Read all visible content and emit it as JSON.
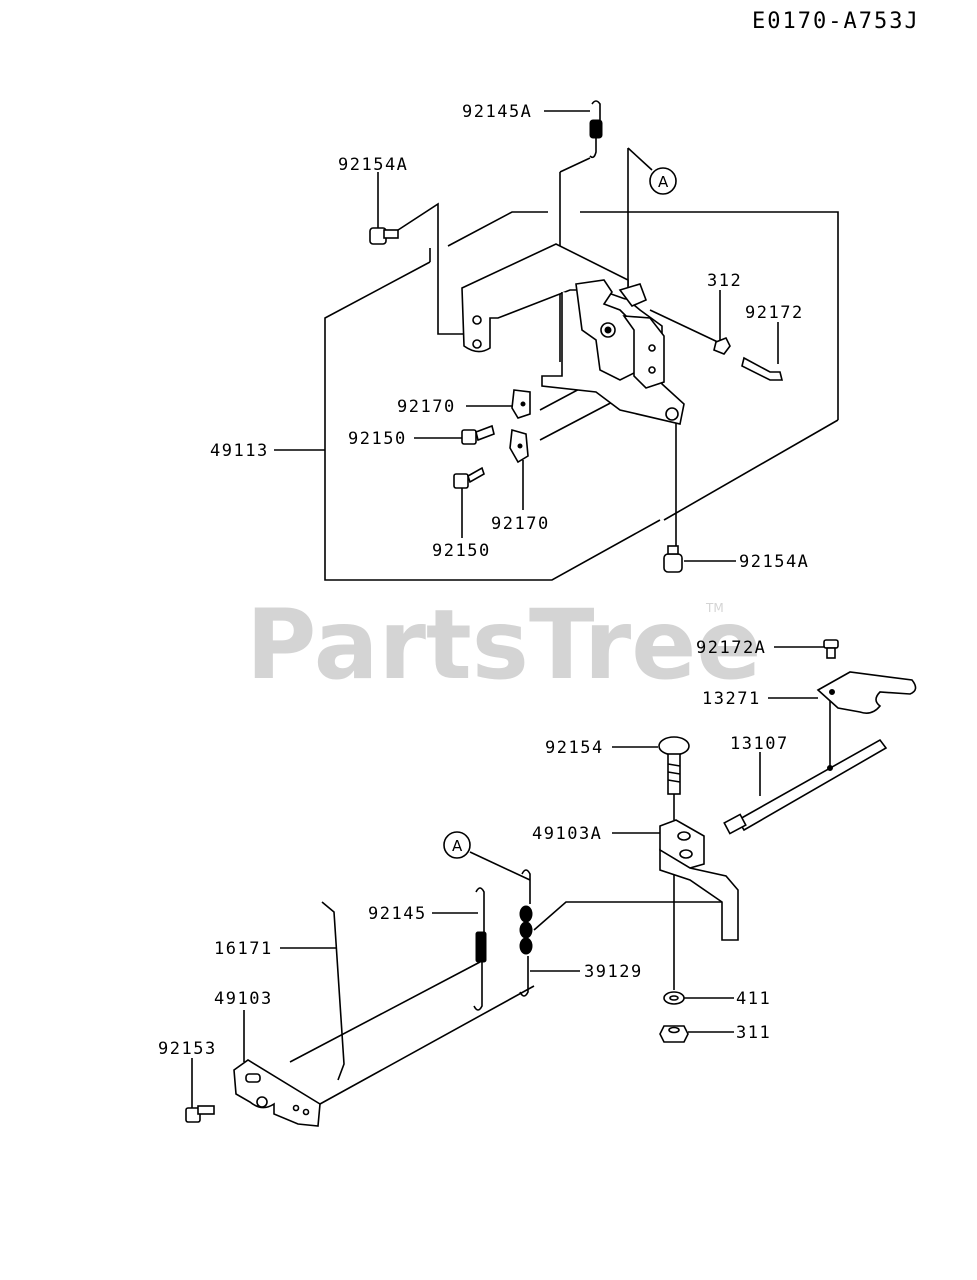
{
  "diagram_code": "E0170-A753J",
  "watermark": {
    "text": "PartsTree",
    "trademark": "TM"
  },
  "callout_letter": "A",
  "parts": [
    {
      "id": "p-92145a",
      "label": "92145A"
    },
    {
      "id": "p-92154a-top",
      "label": "92154A"
    },
    {
      "id": "p-312",
      "label": "312"
    },
    {
      "id": "p-92172",
      "label": "92172"
    },
    {
      "id": "p-92170-top",
      "label": "92170"
    },
    {
      "id": "p-92150-left",
      "label": "92150"
    },
    {
      "id": "p-49113",
      "label": "49113"
    },
    {
      "id": "p-92170-bottom",
      "label": "92170"
    },
    {
      "id": "p-92150-bottom",
      "label": "92150"
    },
    {
      "id": "p-92154a-right",
      "label": "92154A"
    },
    {
      "id": "p-92172a",
      "label": "92172A"
    },
    {
      "id": "p-13271",
      "label": "13271"
    },
    {
      "id": "p-92154",
      "label": "92154"
    },
    {
      "id": "p-13107",
      "label": "13107"
    },
    {
      "id": "p-49103a",
      "label": "49103A"
    },
    {
      "id": "p-92145",
      "label": "92145"
    },
    {
      "id": "p-16171",
      "label": "16171"
    },
    {
      "id": "p-39129",
      "label": "39129"
    },
    {
      "id": "p-49103",
      "label": "49103"
    },
    {
      "id": "p-411",
      "label": "411"
    },
    {
      "id": "p-92153",
      "label": "92153"
    },
    {
      "id": "p-311",
      "label": "311"
    }
  ]
}
